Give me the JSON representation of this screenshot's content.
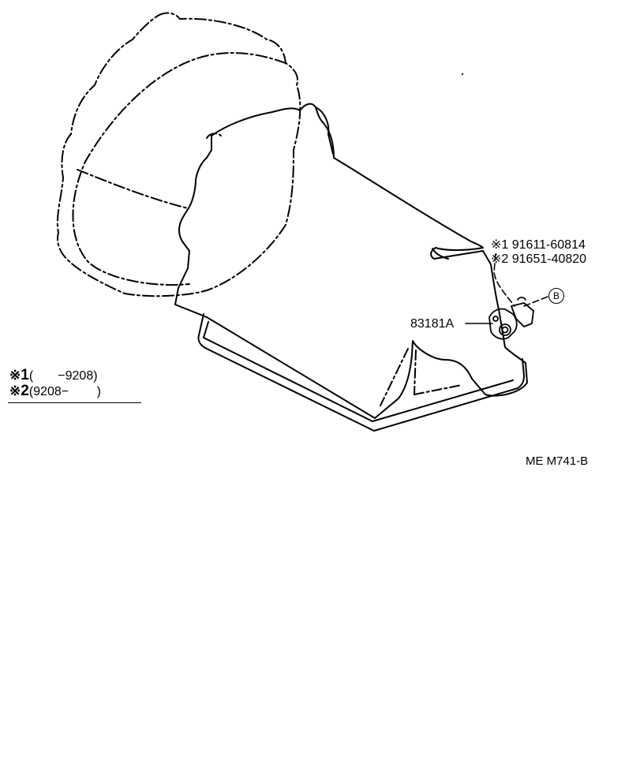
{
  "callouts": {
    "part_top": "※1 91611-60814",
    "part_bottom": "※2 91651-40820",
    "sensor": "83181A",
    "ref_b": "B"
  },
  "legend": {
    "row1": {
      "mark": "※",
      "num": "1",
      "range": "(       −9208)"
    },
    "row2": {
      "mark": "※",
      "num": "2",
      "range": "(9208−        )"
    }
  },
  "figure_code": "ME M741-B"
}
